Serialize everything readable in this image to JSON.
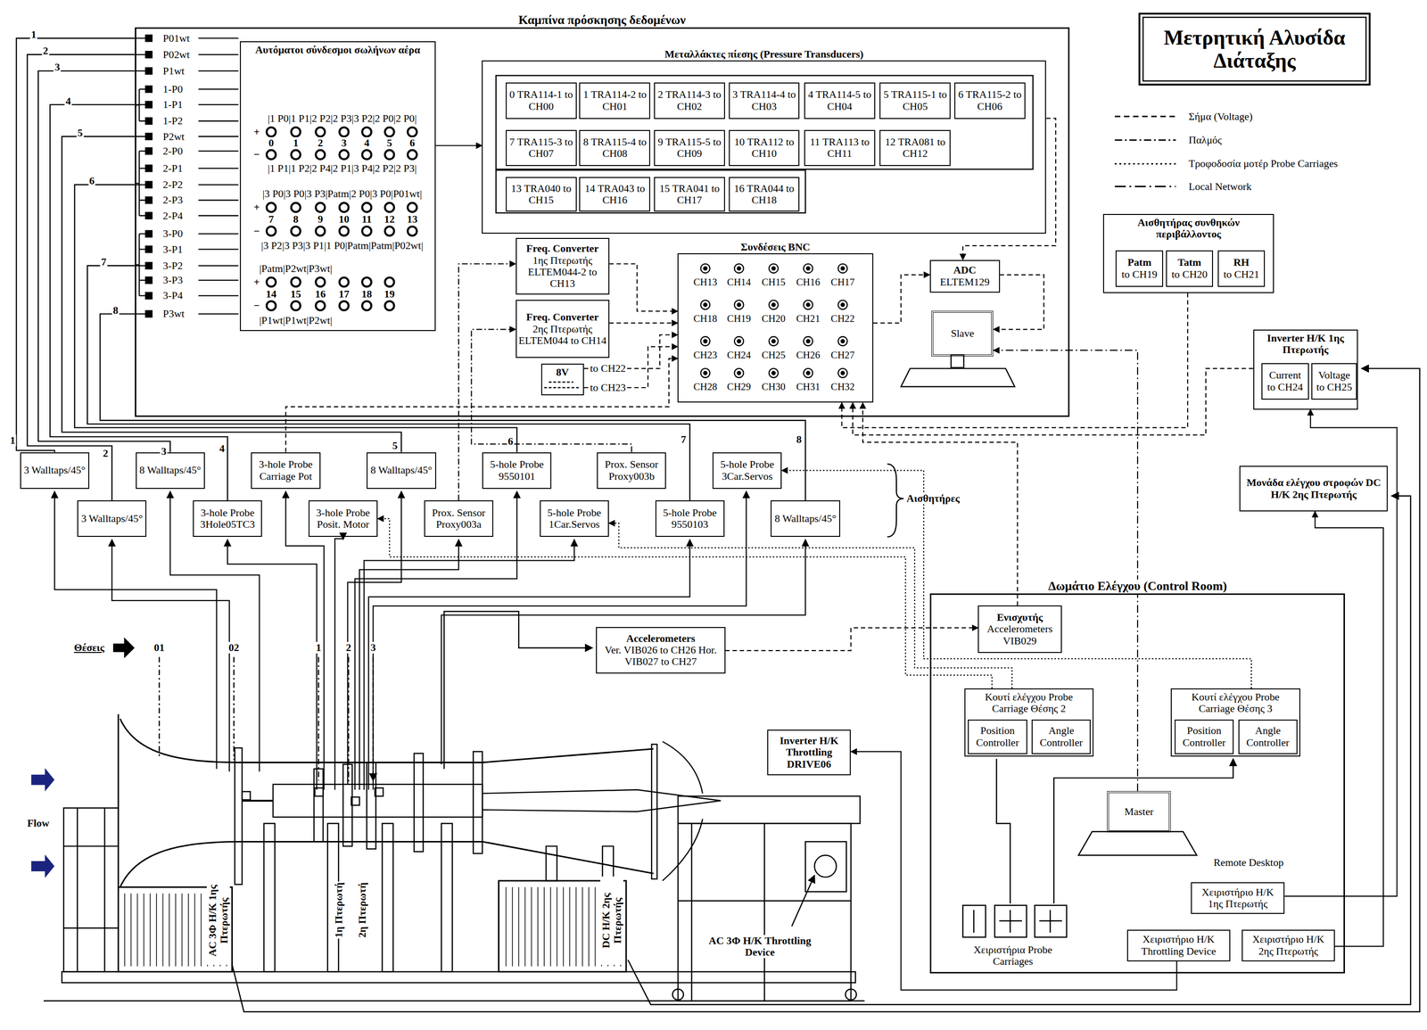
{
  "diagram": {
    "title": "Μετρητική Αλυσίδα Διάταξης",
    "nodes": [
      {
        "text": [
          "Καμπίνα πρόσκησης δεδομένων"
        ]
      },
      {
        "text": [
          "Αυτόματοι σύνδεσμοι σωλήνων αέρα"
        ],
        "in": 0
      },
      {
        "text": [
          "Μεταλλάκτες πίεσης (Pressure Transducers)"
        ],
        "in": 0
      },
      {
        "text": [
          "0 TRA114-1 to CH00"
        ],
        "in": 2
      },
      {
        "text": [
          "1 TRA114-2 to CH01"
        ],
        "in": 2
      },
      {
        "text": [
          "2 TRA114-3 to CH02"
        ],
        "in": 2
      },
      {
        "text": [
          "3 TRA114-4 to CH03"
        ],
        "in": 2
      },
      {
        "text": [
          "4 TRA114-5 to CH04"
        ],
        "in": 2
      },
      {
        "text": [
          "5 TRA115-1 to CH05"
        ],
        "in": 2
      },
      {
        "text": [
          "6 TRA115-2 to CH06"
        ],
        "in": 2
      },
      {
        "text": [
          "7 TRA115-3 to CH07"
        ],
        "in": 2
      },
      {
        "text": [
          "8 TRA115-4 to CH08"
        ],
        "in": 2
      },
      {
        "text": [
          "9 TRA115-5 to CH09"
        ],
        "in": 2
      },
      {
        "text": [
          "10 TRA112 to CH10"
        ],
        "in": 2
      },
      {
        "text": [
          "11 TRA113 to CH11"
        ],
        "in": 2
      },
      {
        "text": [
          "12 TRA081 to CH12"
        ],
        "in": 2
      },
      {
        "text": [
          "13 TRA040 to CH15"
        ],
        "in": 2
      },
      {
        "text": [
          "14 TRA043 to CH16"
        ],
        "in": 2
      },
      {
        "text": [
          "15 TRA041 to CH17"
        ],
        "in": 2
      },
      {
        "text": [
          "16 TRA044 to CH18"
        ],
        "in": 2
      },
      {
        "text": [
          "Freq. Converter",
          "1ης Πτερωτής ELTEM044-2 to CH13"
        ],
        "in": 0
      },
      {
        "text": [
          "Freq. Converter",
          "2ης Πτερωτής ELTEM044 to CH14"
        ],
        "in": 0
      },
      {
        "text": [
          "8V"
        ],
        "in": 0
      },
      {
        "text": [
          "Συνδέσεις BNC"
        ],
        "in": 0
      },
      {
        "text": [
          "ADC",
          "ELTEM129"
        ],
        "in": 0
      },
      {
        "text": [
          "Slave"
        ],
        "in": 0
      },
      {
        "text": [
          "Αισθητήρας συνθηκών περιβάλλοντος"
        ]
      },
      {
        "text": [
          "Patm",
          "to CH19"
        ],
        "in": 26
      },
      {
        "text": [
          "Tatm",
          "to CH20"
        ],
        "in": 26
      },
      {
        "text": [
          "RH",
          "to CH21"
        ],
        "in": 26
      },
      {
        "text": [
          "Inverter Η/Κ 1ης Πτερωτής"
        ]
      },
      {
        "text": [
          "Current to CH24"
        ],
        "in": 30
      },
      {
        "text": [
          "Voltage to CH25"
        ],
        "in": 30
      },
      {
        "text": [
          "Μονάδα ελέγχου στροφών DC Η/Κ 2ης Πτερωτής"
        ]
      },
      {
        "text": [
          "3 Walltaps/45°"
        ]
      },
      {
        "text": [
          "8 Walltaps/45°"
        ]
      },
      {
        "text": [
          "3-hole Probe Carriage Pot"
        ]
      },
      {
        "text": [
          "8 Walltaps/45°"
        ]
      },
      {
        "text": [
          "5-hole Probe 9550101"
        ]
      },
      {
        "text": [
          "Prox. Sensor Proxy003b"
        ]
      },
      {
        "text": [
          "5-hole Probe 3Car.Servos"
        ]
      },
      {
        "text": [
          "3 Walltaps/45°"
        ]
      },
      {
        "text": [
          "3-hole Probe 3Hole05TC3"
        ]
      },
      {
        "text": [
          "3-hole Probe Posit. Motor"
        ]
      },
      {
        "text": [
          "Prox. Sensor Proxy003a"
        ]
      },
      {
        "text": [
          "5-hole Probe 1Car.Servos"
        ]
      },
      {
        "text": [
          "5-hole Probe 9550103"
        ]
      },
      {
        "text": [
          "8 Walltaps/45°"
        ]
      },
      {
        "text": [
          "Accelerometers",
          "Ver. VIB026 to CH26 Hor. VIB027 to CH27"
        ]
      },
      {
        "text": [
          "Δωμάτιο Ελέγχου (Control Room)"
        ]
      },
      {
        "text": [
          "Ενισχυτής",
          "Accelerometers VIB029"
        ],
        "in": 49
      },
      {
        "text": [
          "Κουτί ελέγχου Probe Carriage Θέσης 2"
        ],
        "in": 49
      },
      {
        "text": [
          "Position Controller"
        ],
        "in": 51
      },
      {
        "text": [
          "Angle Controller"
        ],
        "in": 51
      },
      {
        "text": [
          "Κουτί ελέγχου Probe Carriage Θέσης 3"
        ],
        "in": 49
      },
      {
        "text": [
          "Position Controller"
        ],
        "in": 54
      },
      {
        "text": [
          "Angle Controller"
        ],
        "in": 54
      },
      {
        "text": [
          "Master"
        ],
        "in": 49
      },
      {
        "text": [
          "Χειριστήριο Η/Κ 1ης Πτερωτής"
        ],
        "in": 49
      },
      {
        "text": [
          "Χειριστήριο Η/Κ Throttling Device"
        ],
        "in": 49
      },
      {
        "text": [
          "Χειριστήριο Η/Κ 2ης Πτερωτής"
        ],
        "in": 49
      },
      {
        "text": [
          "Inverter Η/Κ Throttling DRIVE06"
        ]
      }
    ],
    "edges": [
      {
        "from": 34,
        "to": 0,
        "arrow": "none"
      },
      {
        "from": 41,
        "to": 0,
        "arrow": "none"
      },
      {
        "from": 35,
        "to": 0,
        "arrow": "none"
      },
      {
        "from": 42,
        "to": 0,
        "arrow": "none"
      },
      {
        "from": 37,
        "to": 0,
        "arrow": "none"
      },
      {
        "from": 38,
        "to": 0,
        "arrow": "none"
      },
      {
        "from": 46,
        "to": 0,
        "arrow": "none"
      },
      {
        "from": 47,
        "to": 0,
        "arrow": "none"
      },
      {
        "from": 1,
        "to": 2,
        "arrow": "to"
      },
      {
        "from": 2,
        "to": 24,
        "arrow": "to"
      },
      {
        "from": 20,
        "to": 23,
        "arrow": "to"
      },
      {
        "from": 21,
        "to": 23,
        "arrow": "to"
      },
      {
        "from": 22,
        "to": 23,
        "label": "to CH22",
        "arrow": "to"
      },
      {
        "from": 22,
        "to": 23,
        "label": "to CH23",
        "arrow": "to"
      },
      {
        "from": 36,
        "to": 23,
        "arrow": "to"
      },
      {
        "from": 44,
        "to": 20,
        "arrow": "to"
      },
      {
        "from": 39,
        "to": 21,
        "arrow": "to"
      },
      {
        "from": 26,
        "to": 23,
        "arrow": "to"
      },
      {
        "from": 30,
        "to": 23,
        "arrow": "to"
      },
      {
        "from": 50,
        "to": 23,
        "arrow": "to"
      },
      {
        "from": 23,
        "to": 24,
        "arrow": "to"
      },
      {
        "from": 24,
        "to": 25,
        "arrow": "to"
      },
      {
        "from": 57,
        "to": 25,
        "arrow": "to"
      },
      {
        "from": 48,
        "to": 50,
        "arrow": "to"
      },
      {
        "from": 58,
        "to": 30,
        "arrow": "to"
      },
      {
        "from": 60,
        "to": 33,
        "arrow": "to"
      },
      {
        "from": 59,
        "to": 61,
        "arrow": "to"
      },
      {
        "from": 51,
        "to": 43,
        "arrow": "to"
      },
      {
        "from": 51,
        "to": 45,
        "arrow": "to"
      },
      {
        "from": 54,
        "to": 40,
        "arrow": "to"
      }
    ],
    "labels": [
      "1",
      "2",
      "3",
      "4",
      "5",
      "6",
      "7",
      "8",
      "1",
      "2",
      "3",
      "4",
      "5",
      "6",
      "7",
      "8",
      "P01wt",
      "P02wt",
      "P1wt",
      "1-P0",
      "1-P1",
      "1-P2",
      "P2wt",
      "2-P0",
      "2-P1",
      "2-P2",
      "2-P3",
      "2-P4",
      "3-P0",
      "3-P1",
      "3-P2",
      "3-P3",
      "3-P4",
      "P3wt",
      "|1 P0|1 P1|2 P2|2 P3|3 P2|2 P0|2 P0|",
      "|1 P1|1 P2|2 P4|2 P1|3 P4|2 P2|2 P3|",
      "|3 P0|3 P0|3 P3|Patm|2 P0|3 P0|P01wt|",
      "|3 P2|3 P3|3 P1|1 P0|Patm|Patm|P02wt|",
      "|Patm|P2wt|P3wt|",
      "|P1wt|P1wt|P2wt|",
      "+",
      "−",
      "+",
      "−",
      "+",
      "−",
      "0",
      "1",
      "2",
      "3",
      "4",
      "5",
      "6",
      "7",
      "8",
      "9",
      "10",
      "11",
      "12",
      "13",
      "14",
      "15",
      "16",
      "17",
      "18",
      "19",
      "CH13",
      "CH14",
      "CH15",
      "CH16",
      "CH17",
      "CH18",
      "CH19",
      "CH20",
      "CH21",
      "CH22",
      "CH23",
      "CH24",
      "CH25",
      "CH26",
      "CH27",
      "CH28",
      "CH29",
      "CH30",
      "CH31",
      "CH32",
      "Αισθητήρες",
      "Remote Desktop",
      "Χειριστήρια Probe Carriages",
      "Θέσεις",
      "01",
      "02",
      "1",
      "2",
      "3",
      "Flow",
      "AC 3Φ Η/Κ 1ης Πτερωτής",
      "1η Πτερωτή",
      "2η Πτερωτή",
      "DC Η/Κ 2ης Πτερωτής",
      "AC 3Φ Η/Κ Throttling Device"
    ],
    "legend": [
      {
        "text": "Σήμα (Voltage)"
      },
      {
        "text": "Παλμός"
      },
      {
        "text": "Τροφοδοσία μοτέρ Probe Carriages"
      },
      {
        "text": "Local Network"
      }
    ]
  }
}
